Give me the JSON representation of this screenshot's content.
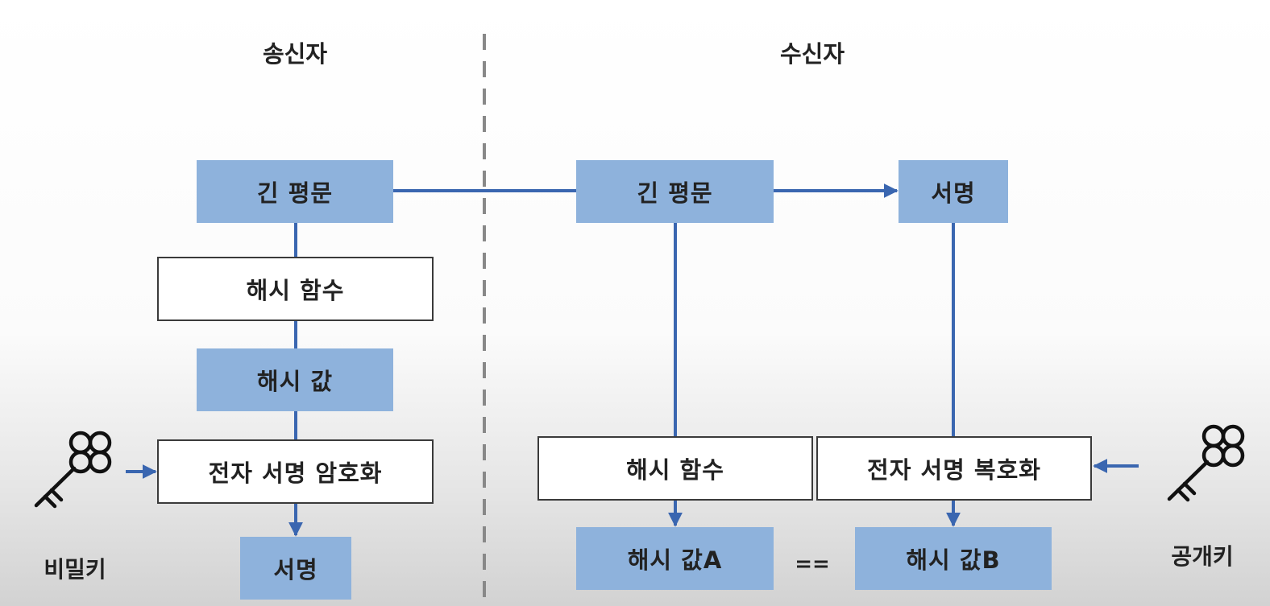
{
  "headers": {
    "sender": "송신자",
    "receiver": "수신자"
  },
  "sender": {
    "plaintext": "긴 평문",
    "hash_function": "해시 함수",
    "hash_value": "해시 값",
    "encrypt": "전자 서명 암호화",
    "signature": "서명",
    "key_label": "비밀키"
  },
  "receiver": {
    "plaintext": "긴 평문",
    "signature": "서명",
    "hash_function": "해시 함수",
    "decrypt": "전자 서명 복호화",
    "hash_a": "해시 값A",
    "hash_b": "해시 값B",
    "equals": "==",
    "key_label": "공개키"
  },
  "colors": {
    "box_fill": "#8eb2dc",
    "line": "#3a66b0",
    "divider": "#888888",
    "outline": "#3a3a3a"
  },
  "icons": {
    "secret_key": "key-icon",
    "public_key": "key-icon"
  }
}
